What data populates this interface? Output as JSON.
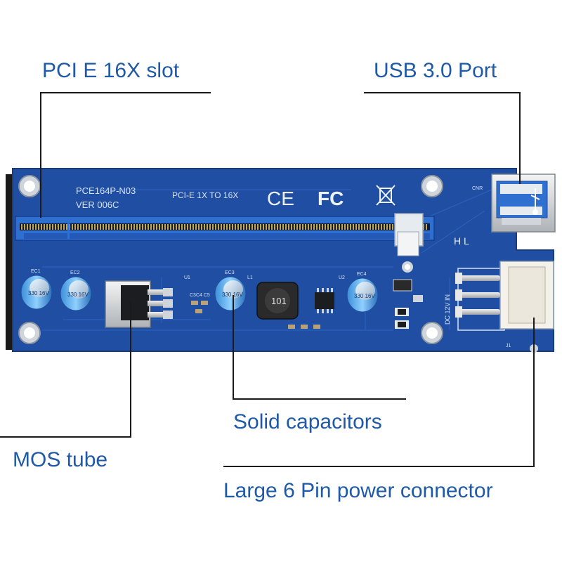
{
  "labels": {
    "pcie_slot": "PCI E 16X slot",
    "usb_port": "USB 3.0 Port",
    "capacitors": "Solid capacitors",
    "mos": "MOS tube",
    "power_connector": "Large 6 Pin power connector"
  },
  "board": {
    "model": "PCE164P-N03",
    "version": "VER 006C",
    "bus": "PCI-E 1X TO 16X",
    "ce_mark": "CE",
    "fcc_mark": "FC",
    "hl": "H  L",
    "power_text": "DC 12V IN",
    "cap_marks": [
      "EC1",
      "EC2",
      "EC3",
      "EC4"
    ],
    "cap_values": [
      "330 16V",
      "330 16V",
      "330 16V",
      "330 16V"
    ],
    "inductor_mark": "101",
    "cnr": "CNR",
    "u1": "U1",
    "u2": "U2",
    "l1": "L1",
    "c3c4c5": "C3C4 C5",
    "j1": "J1"
  },
  "colors": {
    "pcb": "#1f4ea3",
    "slot": "#2f6fd0",
    "label": "#1f5aa8",
    "leader": "#1a1a1a"
  }
}
